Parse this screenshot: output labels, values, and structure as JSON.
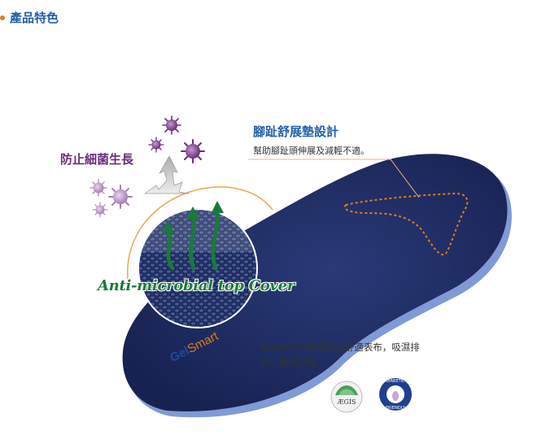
{
  "section": {
    "title": "產品特色"
  },
  "antibacterial": {
    "label": "防止細菌生長"
  },
  "toe": {
    "title": "腳趾舒展墊設計",
    "desc": "幫助腳趾頭伸展及減輕不適。"
  },
  "cover": {
    "label": "Anti-microbial top Cover"
  },
  "brand": {
    "gel": "Gel",
    "smart": "Smart"
  },
  "aegis": {
    "desc": "使用AEGIS防霉抗菌舒適表布，吸濕排汗、觸感舒適。"
  },
  "logos": {
    "aegis": "ÆGIS",
    "diabetic_top": "DIABETIC",
    "diabetic_bottom": "FRIENDLY"
  },
  "colors": {
    "accent": "#1f5fa8",
    "insole": "#1e2b5e",
    "bacteria": "#7b3d8e",
    "arrow": "#1a7a3a"
  }
}
